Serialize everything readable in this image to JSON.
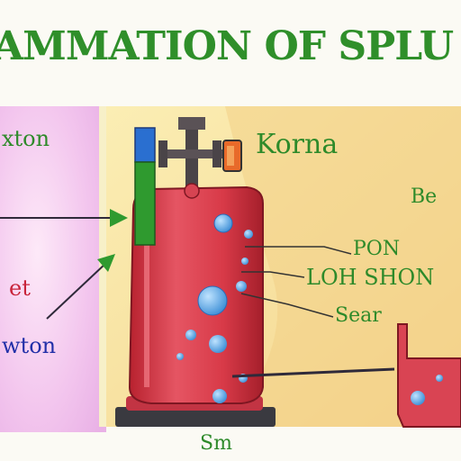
{
  "title": "AMMATION OF SPLU",
  "labels": {
    "left_top": "xton",
    "left_mid": "et",
    "left_bottom": "wton",
    "right_top": "Korna",
    "right_edge": "Be",
    "pointer_1": "PON",
    "pointer_2": "LOH SHON",
    "pointer_3": "Sear",
    "bottom": "Sm"
  },
  "colors": {
    "title": "#2f8f2a",
    "label_green": "#2e8a2a",
    "label_blue": "#2230a8",
    "label_red": "#c8233a",
    "tank_body": "#d83a48",
    "bubble": "#5aa8e6",
    "left_panel": "#f3c8ef",
    "right_panel": "#f6dfa0"
  }
}
